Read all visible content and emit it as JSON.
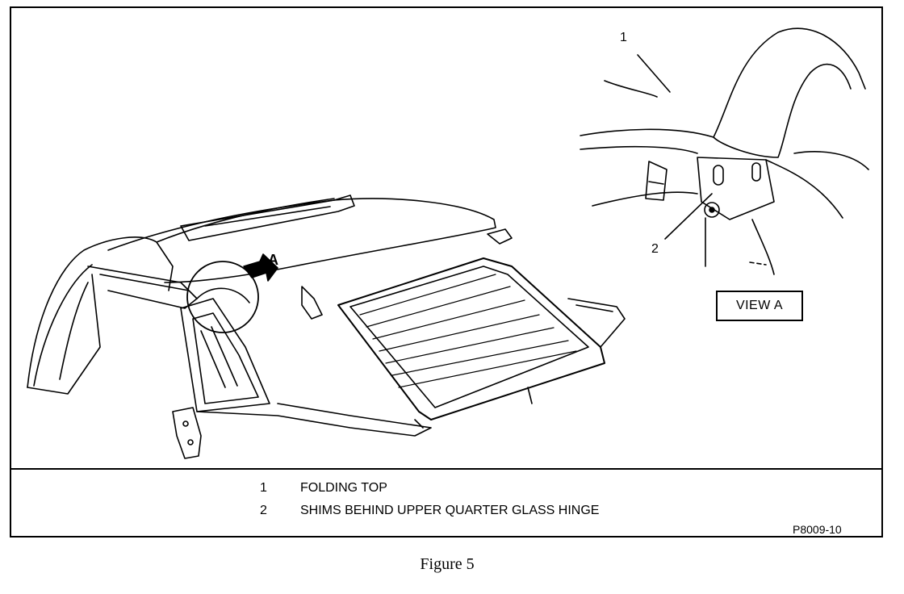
{
  "illustration": {
    "callout_1": "1",
    "callout_2": "2",
    "arrow_label": "A",
    "view_label": "VIEW A"
  },
  "legend": [
    {
      "num": "1",
      "text": "FOLDING TOP"
    },
    {
      "num": "2",
      "text": "SHIMS BEHIND UPPER QUARTER GLASS HINGE"
    }
  ],
  "code": "P8009-10",
  "caption": "Figure 5"
}
